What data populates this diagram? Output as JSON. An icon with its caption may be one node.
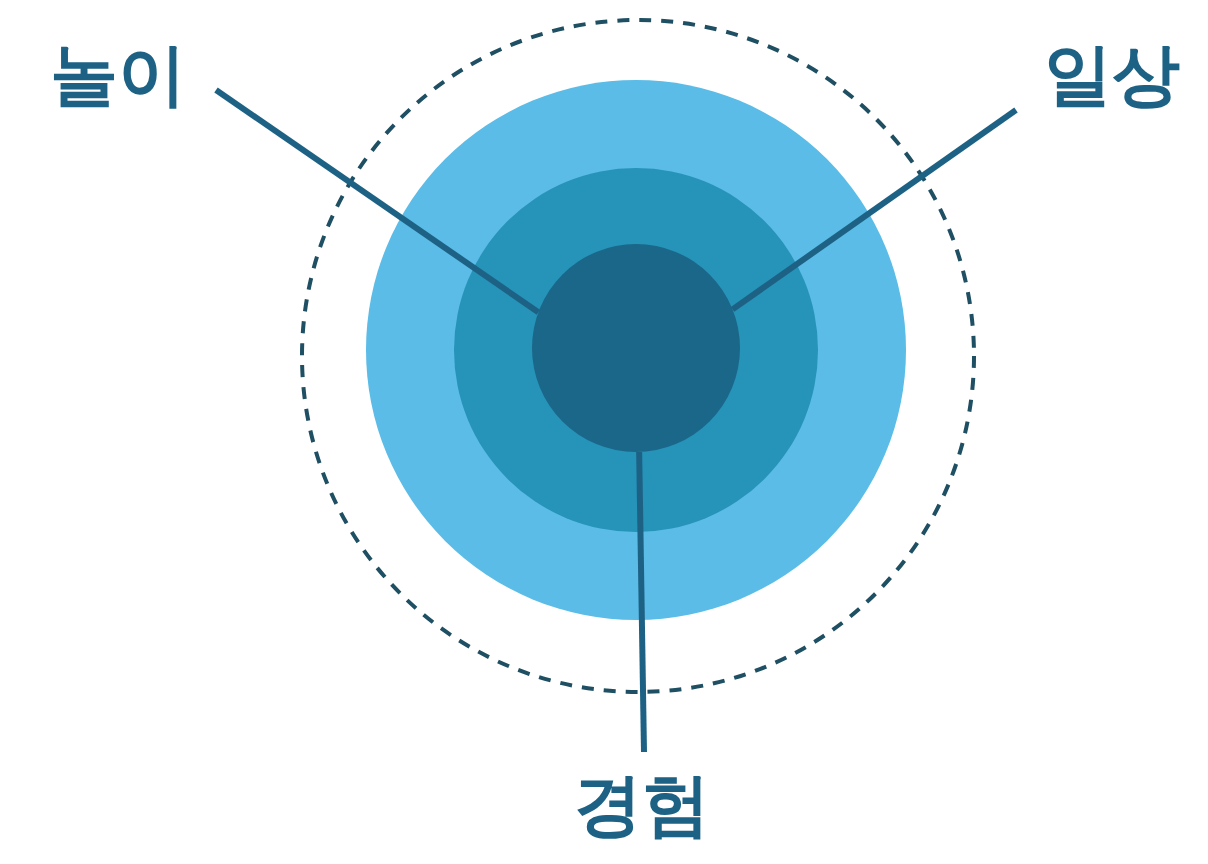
{
  "diagram": {
    "nodes": [
      {
        "text": [],
        "shape": "circle"
      },
      {
        "text": [],
        "shape": "circle",
        "in": 0
      },
      {
        "text": [],
        "shape": "circle",
        "in": 1
      },
      {
        "text": [],
        "shape": "circle",
        "in": 2
      },
      {
        "text": [
          "놀이"
        ]
      },
      {
        "text": [
          "일상"
        ]
      },
      {
        "text": [
          "경험"
        ]
      }
    ],
    "edges": [
      {
        "from": 4,
        "to": 3,
        "arrow": "none"
      },
      {
        "from": 5,
        "to": 3,
        "arrow": "none"
      },
      {
        "from": 6,
        "to": 3,
        "arrow": "none"
      }
    ]
  }
}
